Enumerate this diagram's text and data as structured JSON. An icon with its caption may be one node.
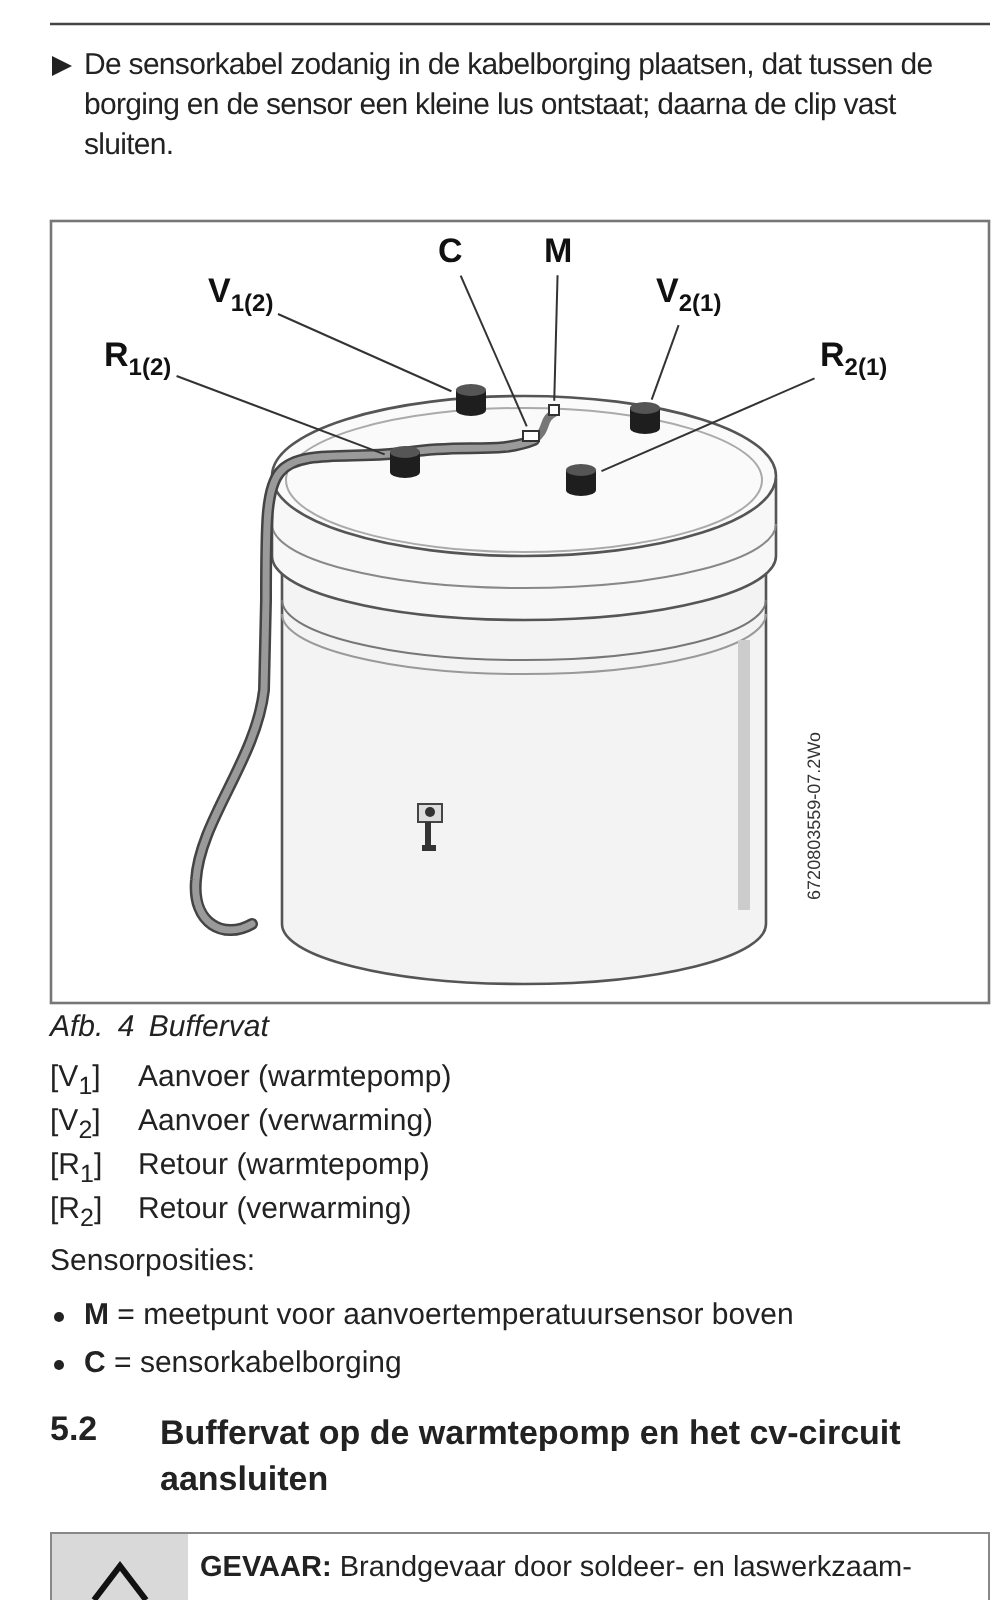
{
  "diagram": {
    "caption": "Afb. 4 Buffervat",
    "nodes": [
      {
        "text": [
          "R$_{1(2)}$"
        ]
      },
      {
        "text": [
          "V$_{1(2)}$"
        ]
      },
      {
        "text": [
          "C"
        ]
      },
      {
        "text": [
          "M"
        ]
      },
      {
        "text": [
          "V$_{2(1)}$"
        ]
      },
      {
        "text": [
          "R$_{2(1)}$"
        ]
      },
      {
        "text": [],
        "shape": "cylinder"
      },
      {
        "text": [],
        "shape": "cylinder"
      },
      {
        "text": [],
        "shape": "box"
      },
      {
        "text": [],
        "shape": "box"
      },
      {
        "text": [],
        "shape": "cylinder"
      },
      {
        "text": [],
        "shape": "cylinder"
      }
    ],
    "edges": [
      {
        "from": 0,
        "to": 6,
        "arrow": "none"
      },
      {
        "from": 1,
        "to": 7,
        "arrow": "none"
      },
      {
        "from": 2,
        "to": 8,
        "arrow": "none"
      },
      {
        "from": 3,
        "to": 9,
        "arrow": "none"
      },
      {
        "from": 4,
        "to": 11,
        "arrow": "none"
      },
      {
        "from": 5,
        "to": 10,
        "arrow": "none"
      }
    ],
    "labels": [
      "De sensorkabel zodanig in de kabelborging plaatsen, dat tussen de borging en de sensor een kleine lus ontstaat; daarna de clip vast sluiten.",
      "6720803559-07.2Wo",
      "[V$_{1}$]",
      "Aanvoer (warmtepomp)",
      "[V$_{2}$]",
      "Aanvoer (verwarming)",
      "[R$_{1}$]",
      "Retour (warmtepomp)",
      "[R$_{2}$]",
      "Retour (verwarming)",
      "Sensorposities:",
      "**M** = meetpunt voor aanvoertemperatuursensor boven",
      "**C** = sensorkabelborging",
      "5.2",
      "Buffervat op de warmtepomp en het cv-circuit aansluiten",
      "**GEVAAR:** Brandgevaar door soldeer- en laswerkzaam-"
    ]
  }
}
